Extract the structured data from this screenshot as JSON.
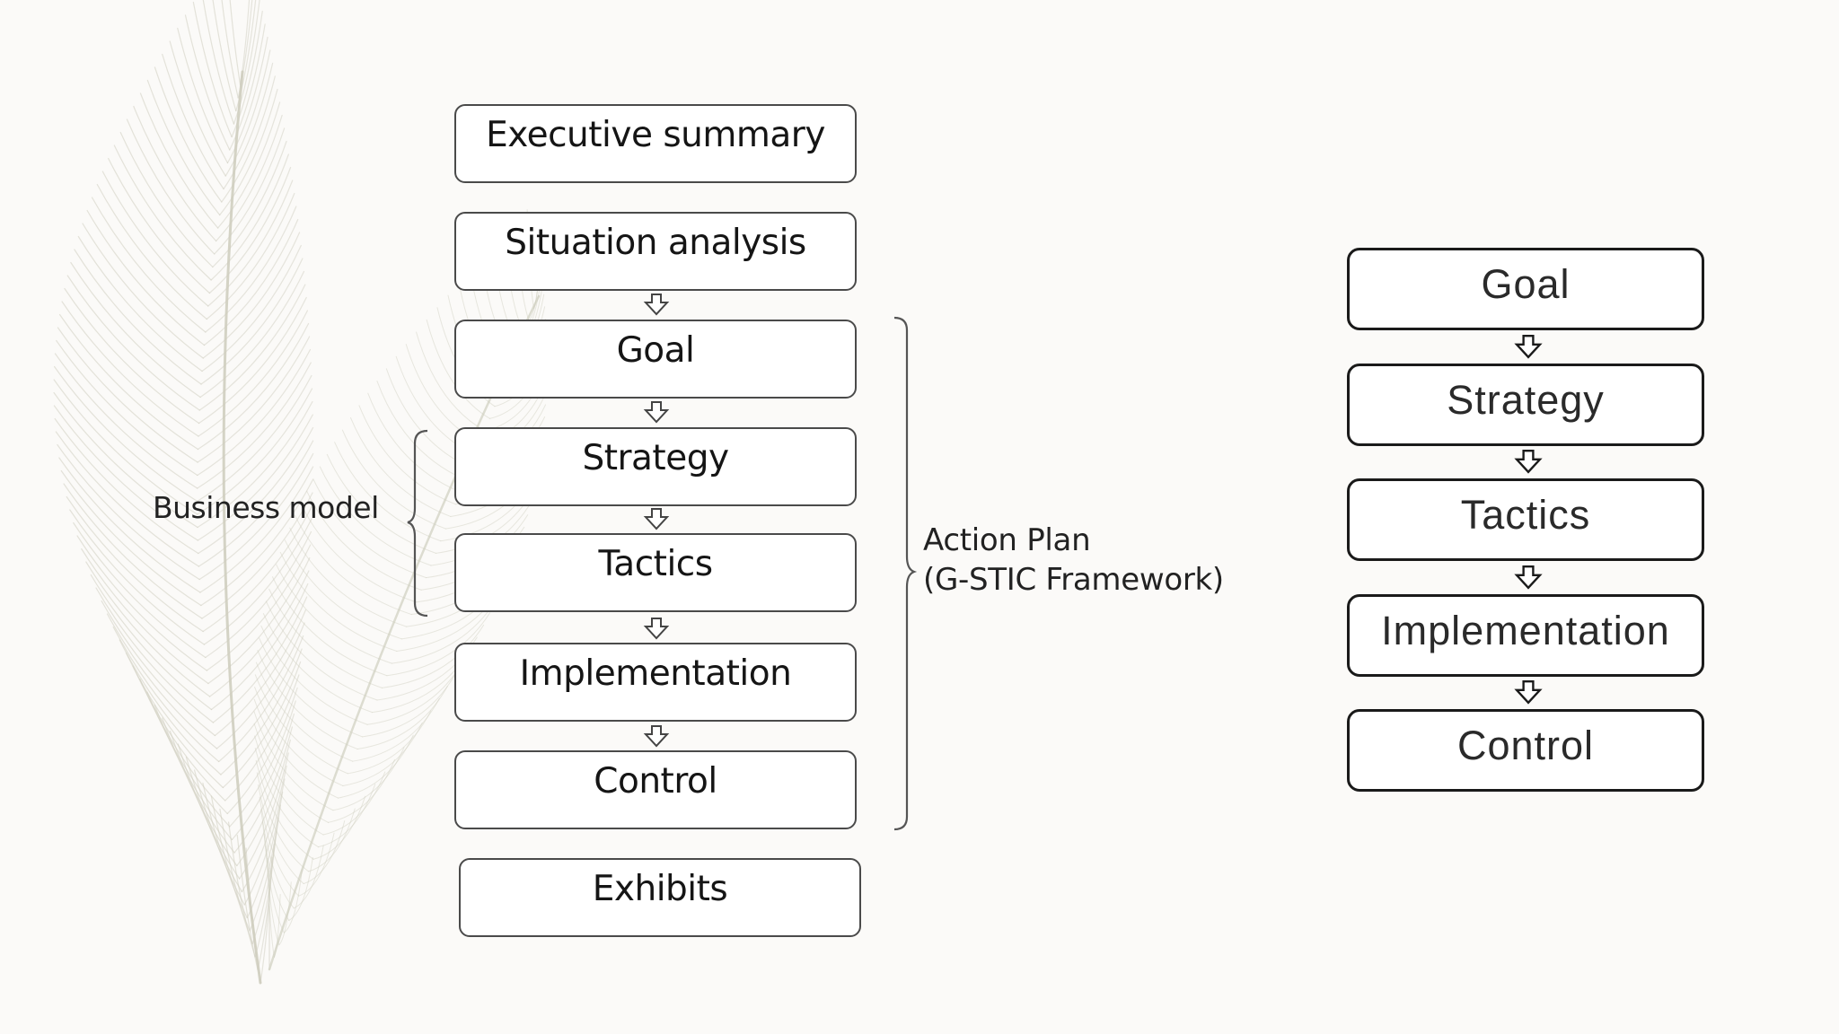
{
  "left_diagram": {
    "boxes": [
      "Executive summary",
      "Situation analysis",
      "Goal",
      "Strategy",
      "Tactics",
      "Implementation",
      "Control",
      "Exhibits"
    ],
    "business_model_label": "Business model",
    "action_plan_line1": "Action Plan",
    "action_plan_line2": "(G-STIC Framework)"
  },
  "right_diagram": {
    "boxes": [
      "Goal",
      "Strategy",
      "Tactics",
      "Implementation",
      "Control"
    ]
  },
  "colors": {
    "background": "#fbfaf8",
    "feather": "#c9c8b8",
    "left_border": "#4a4a4a",
    "right_border": "#1a1a1a"
  },
  "icons": {
    "arrow": "hollow-down-arrow-icon",
    "decoration": "feather-icon"
  }
}
